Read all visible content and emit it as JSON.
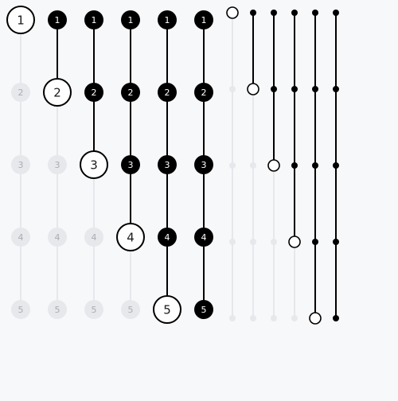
{
  "steppers": {
    "numbered_labels": [
      "1",
      "2",
      "3",
      "4",
      "5"
    ],
    "numbered_columns": [
      {
        "current_step": 1
      },
      {
        "current_step": 2
      },
      {
        "current_step": 3
      },
      {
        "current_step": 4
      },
      {
        "current_step": 5
      },
      {
        "current_step": 6
      }
    ],
    "dot_columns": [
      {
        "current_step": 1
      },
      {
        "current_step": 2
      },
      {
        "current_step": 3
      },
      {
        "current_step": 4
      },
      {
        "current_step": 5
      },
      {
        "current_step": 6
      }
    ],
    "colors": {
      "background": "#f7f8fa",
      "completed_fill": "#000000",
      "completed_text": "#ffffff",
      "active_fill": "#ffffff",
      "active_stroke": "#000000",
      "active_text": "#1a1a1a",
      "upcoming_fill": "#e6e8eb",
      "upcoming_text": "#a9adb3",
      "upcoming_line": "#e6e8eb",
      "completed_line": "#000000"
    }
  }
}
